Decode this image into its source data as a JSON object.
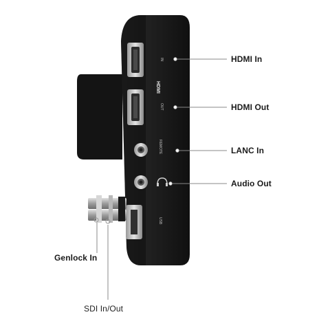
{
  "device_labels": {
    "in": "IN",
    "out": "OUT",
    "hdmi_logo": "HDMI",
    "remote": "REMOTE",
    "usb": "USB"
  },
  "callouts": {
    "hdmi_in": "HDMI In",
    "hdmi_out": "HDMI Out",
    "lanc_in": "LANC In",
    "audio_out": "Audio Out",
    "genlock_in": "Genlock In",
    "sdi_in_out": "SDI In/Out"
  },
  "colors": {
    "body": "#1c1c1c",
    "body_shade": "#0f0f0f",
    "connector_silver": "#c9c9c9",
    "leader_line": "#8a8a8a",
    "text": "#1a1a1a"
  }
}
